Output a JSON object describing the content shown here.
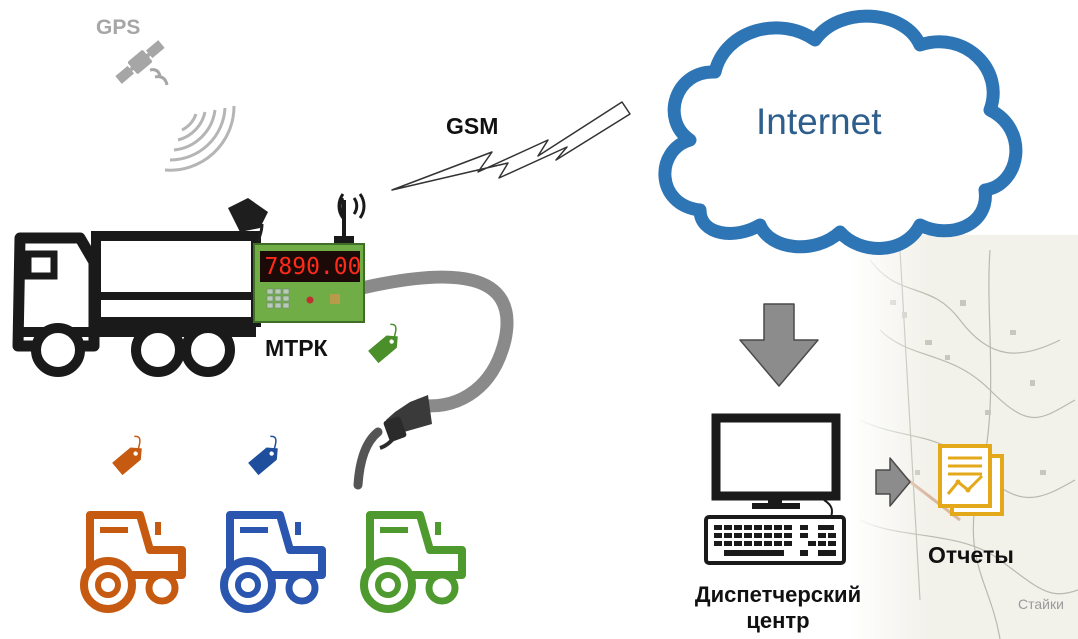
{
  "labels": {
    "gps": "GPS",
    "gsm": "GSM",
    "internet": "Internet",
    "mtrk": "МТРК",
    "display_value": "7890.00",
    "reports": "Отчеты",
    "dispatch_center": "Диспетчерский центр",
    "map_place": "Стайки"
  },
  "colors": {
    "tag_orange": "#c65a11",
    "tag_blue": "#1f4e9c",
    "tag_green": "#4a8f2a",
    "tractor_orange": "#c65a11",
    "tractor_blue": "#2a56b0",
    "tractor_green": "#4e9a2e",
    "cloud_stroke": "#2e75b6",
    "panel_green": "#70ad47",
    "display_red": "#ff2a1a",
    "report_gold": "#e4a91a",
    "arrow_gray": "#8c8c8c"
  },
  "icons": [
    "satellite-icon",
    "signal-waves-icon",
    "antenna-icon",
    "fuel-nozzle-icon",
    "computer-icon",
    "keyboard-icon",
    "report-icon",
    "tag-icon",
    "tractor-icon",
    "truck-icon",
    "cloud-icon",
    "lightning-icon"
  ]
}
